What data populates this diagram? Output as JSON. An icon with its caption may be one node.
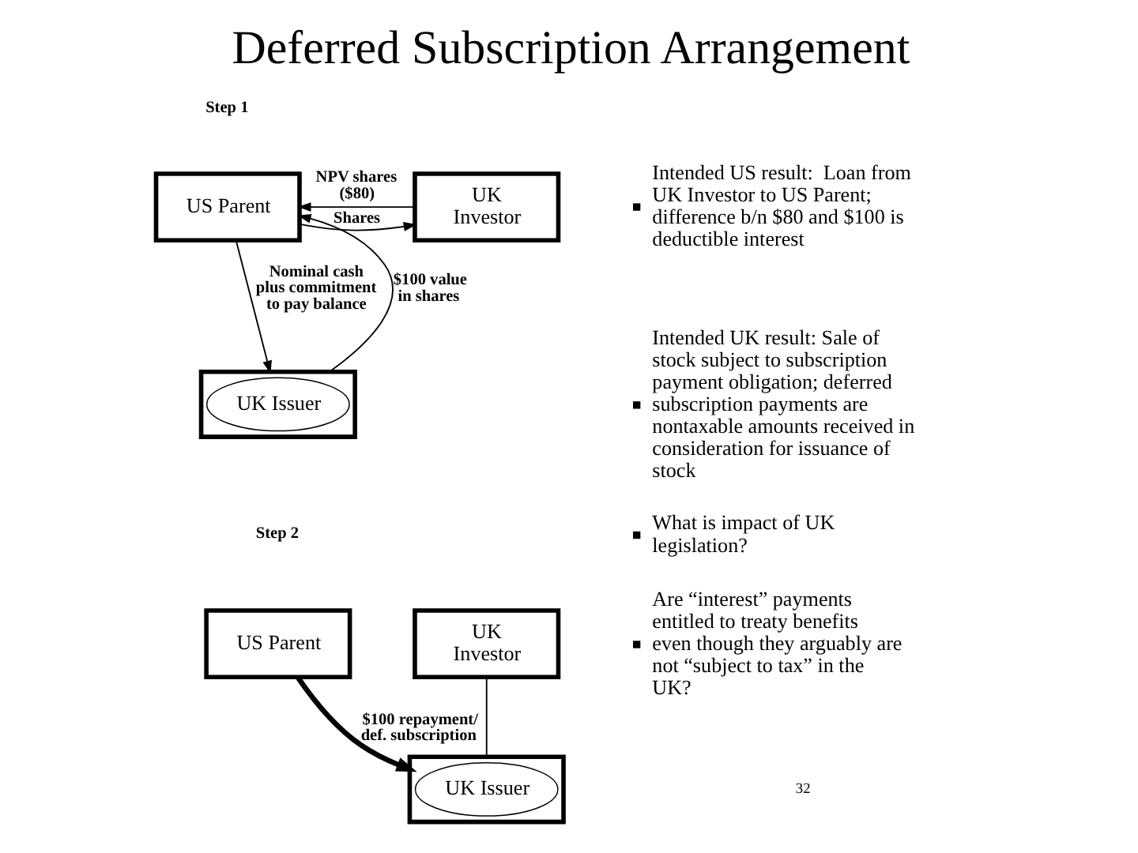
{
  "diagram": {
    "title": "Deferred Subscription Arrangement",
    "nodes": [
      {
        "text": [
          "US Parent"
        ]
      },
      {
        "text": [
          "UK Investor"
        ]
      },
      {
        "text": [],
        "shape": "box"
      },
      {
        "text": [
          "UK Issuer"
        ],
        "in": 2
      },
      {
        "text": [
          "US Parent"
        ]
      },
      {
        "text": [
          "UK Investor"
        ]
      },
      {
        "text": [],
        "shape": "box"
      },
      {
        "text": [
          "UK Issuer"
        ],
        "in": 6
      }
    ],
    "edges": [
      {
        "from": 1,
        "to": 0,
        "arrow": "to",
        "label": "NPV shares ($80)"
      },
      {
        "from": 0,
        "to": 1,
        "arrow": "to",
        "label": "Shares"
      },
      {
        "from": 0,
        "to": 2,
        "arrow": "to",
        "label": "Nominal cash plus commitment to pay balance"
      },
      {
        "from": 2,
        "to": 0,
        "arrow": "to",
        "label": "$100 value in shares"
      },
      {
        "from": 4,
        "to": 6,
        "arrow": "to",
        "label": "$100 repayment/ def. subscription",
        "style": "thick"
      },
      {
        "from": 5,
        "to": 6,
        "arrow": "none"
      }
    ],
    "labels": [
      "Step 1",
      "Step 2",
      "Intended US result:  Loan from UK Investor to US Parent; difference b/n $80 and $100 is deductible interest",
      "Intended UK result: Sale of stock subject to subscription payment obligation; deferred subscription payments are nontaxable amounts received in consideration for issuance of stock",
      "What is impact of UK legislation?",
      "Are “interest” payments entitled to treaty benefits even though they arguably are not “subject to tax” in the UK?",
      "32"
    ]
  }
}
